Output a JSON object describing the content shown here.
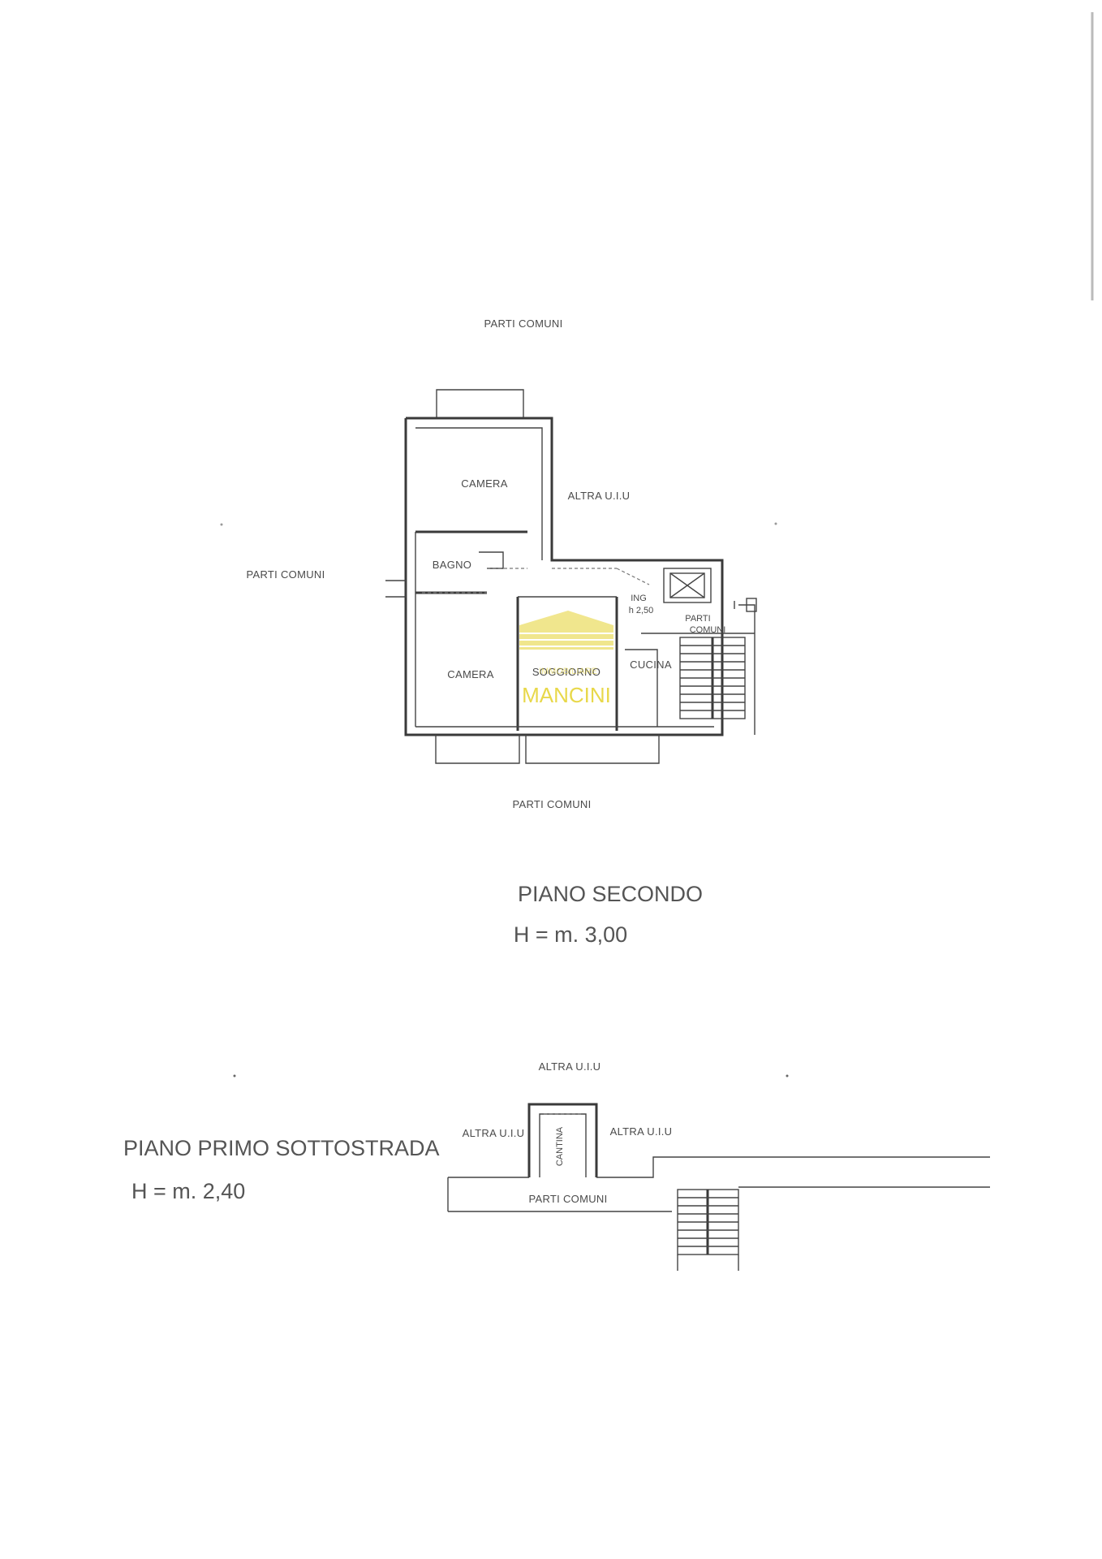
{
  "floor_plan_upper": {
    "labels": {
      "top": "PARTI COMUNI",
      "left": "PARTI COMUNI",
      "bottom": "PARTI COMUNI",
      "altra_uiu": "ALTRA U.I.U",
      "camera_top": "CAMERA",
      "bagno": "BAGNO",
      "camera_bottom": "CAMERA",
      "soggiorno": "SOGGIORNO",
      "ing": "ING",
      "ing_height": "h 2,50",
      "cucina": "CUCINA",
      "parti_comuni_stair_1": "PARTI",
      "parti_comuni_stair_2": "COMUNI"
    },
    "title": "PIANO SECONDO",
    "height": "H = m. 3,00"
  },
  "floor_plan_lower": {
    "labels": {
      "top": "ALTRA U.I.U",
      "left": "ALTRA U.I.U",
      "right": "ALTRA U.I.U",
      "cantina": "CANTINA",
      "parti_comuni": "PARTI COMUNI"
    },
    "title": "PIANO PRIMO SOTTOSTRADA",
    "height": "H = m. 2,40"
  },
  "watermark": {
    "agency_small": "IMMOBILIARE",
    "agency_name": "MANCINI",
    "color": "#e8d84a"
  }
}
